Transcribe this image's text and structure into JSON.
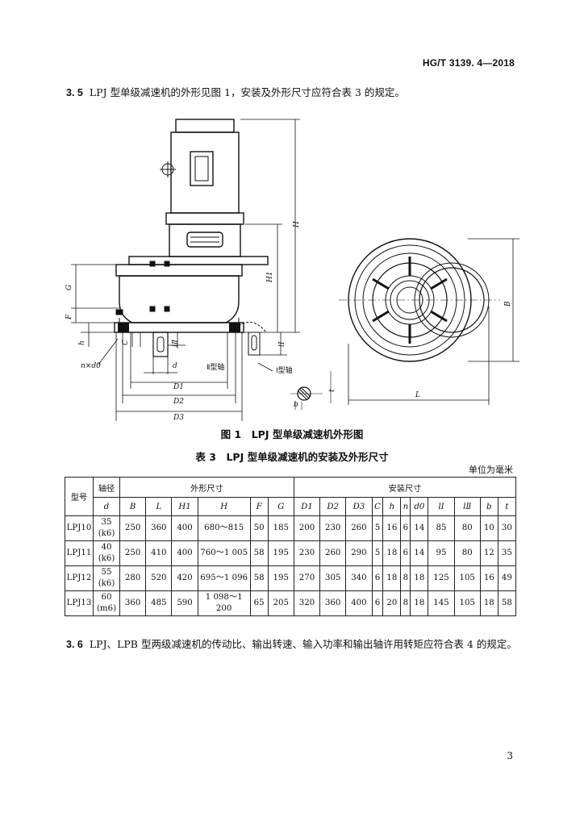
{
  "header": {
    "standard_no": "HG/T 3139. 4—2018"
  },
  "section_3_5": {
    "number": "3. 5",
    "text": "LPJ 型单级减速机的外形见图 1，安装及外形尺寸应符合表 3 的规定。"
  },
  "figure": {
    "caption": "图 1　LPJ 型单级减速机外形图",
    "labels": {
      "H": "H",
      "H1": "H1",
      "G": "G",
      "F": "F",
      "h": "h",
      "C": "C",
      "lII": "lⅡ",
      "lI": "lⅠ",
      "nd0": "n×d0",
      "d": "d",
      "D1": "D1",
      "D2": "D2",
      "D3": "D3",
      "shaft2": "Ⅱ型轴",
      "shaft1": "Ⅰ型轴",
      "B": "B",
      "L": "L",
      "b": "b",
      "t": "t"
    }
  },
  "table": {
    "caption": "表 3　LPJ 型单级减速机的安装及外形尺寸",
    "unit": "单位为毫米",
    "head": {
      "model": "型号",
      "shaft": "轴径",
      "shaft_sym": "d",
      "outer": "外形尺寸",
      "install": "安装尺寸"
    },
    "columns": [
      "B",
      "L",
      "H1",
      "H",
      "F",
      "G",
      "D1",
      "D2",
      "D3",
      "C",
      "h",
      "n",
      "d0",
      "lⅠ",
      "lⅡ",
      "b",
      "t"
    ],
    "rows": [
      {
        "model": "LPJ10",
        "d": "35",
        "tol": "(k6)",
        "vals": [
          "250",
          "360",
          "400",
          "680～815",
          "50",
          "185",
          "200",
          "230",
          "260",
          "5",
          "16",
          "6",
          "14",
          "85",
          "80",
          "10",
          "30"
        ]
      },
      {
        "model": "LPJ11",
        "d": "40",
        "tol": "(k6)",
        "vals": [
          "250",
          "410",
          "400",
          "760～1 005",
          "58",
          "195",
          "230",
          "260",
          "290",
          "5",
          "18",
          "6",
          "14",
          "95",
          "80",
          "12",
          "35"
        ]
      },
      {
        "model": "LPJ12",
        "d": "55",
        "tol": "(k6)",
        "vals": [
          "280",
          "520",
          "420",
          "695～1 096",
          "58",
          "195",
          "270",
          "305",
          "340",
          "6",
          "18",
          "8",
          "18",
          "125",
          "105",
          "16",
          "49"
        ]
      },
      {
        "model": "LPJ13",
        "d": "60",
        "tol": "(m6)",
        "vals": [
          "360",
          "485",
          "590",
          "1 098～1 200",
          "65",
          "205",
          "320",
          "360",
          "400",
          "6",
          "20",
          "8",
          "18",
          "145",
          "105",
          "18",
          "58"
        ]
      }
    ]
  },
  "section_3_6": {
    "number": "3. 6",
    "text": "LPJ、LPB 型两级减速机的传动比、输出转速、输入功率和输出轴许用转矩应符合表 4 的规定。"
  },
  "footer": {
    "page": "3"
  }
}
